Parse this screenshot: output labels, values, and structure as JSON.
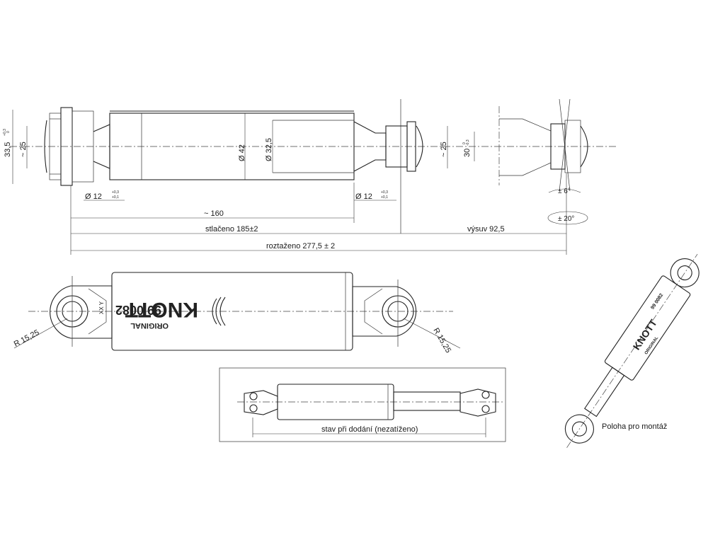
{
  "side_view": {
    "dim_left_height": "33,5",
    "dim_left_height_tol_upper": "+0,3",
    "dim_left_height_tol_lower": "0",
    "dim_left_inner": "~ 25",
    "dim_body_diameter": "Ø 42",
    "dim_rod_diameter": "Ø 32,5",
    "dim_bore_left": "Ø  12",
    "dim_bore_left_tol_upper": "+0,3",
    "dim_bore_left_tol_lower": "+0,1",
    "dim_bore_right": "Ø  12",
    "dim_bore_right_tol_upper": "+0,3",
    "dim_bore_right_tol_lower": "+0,1",
    "dim_right_inner": "~ 25",
    "dim_right_width": "30",
    "dim_right_width_tol_upper": "0",
    "dim_right_width_tol_lower": "-0,3",
    "dim_approx_length": "~ 160",
    "dim_compressed": "stlačeno  185±2",
    "dim_travel": "výsuv  92,5",
    "dim_extended": "roztaženo  277,5 ± 2",
    "angle_small": "± 6°",
    "angle_large": "± 20°"
  },
  "top_view": {
    "radius_left": "R 15,25",
    "radius_right": "R 15,25",
    "eye_marking": "XX Y",
    "part_number": "99 0082",
    "brand_name": "KNOTT",
    "brand_subtitle": "ORIGINAL"
  },
  "delivery_view": {
    "caption": "stav při dodání (nezatíženo)"
  },
  "mounting_view": {
    "caption": "Poloha pro montáž",
    "part_number": "99 0082",
    "brand_name": "KNOTT",
    "brand_subtitle": "ORIGINAL"
  }
}
